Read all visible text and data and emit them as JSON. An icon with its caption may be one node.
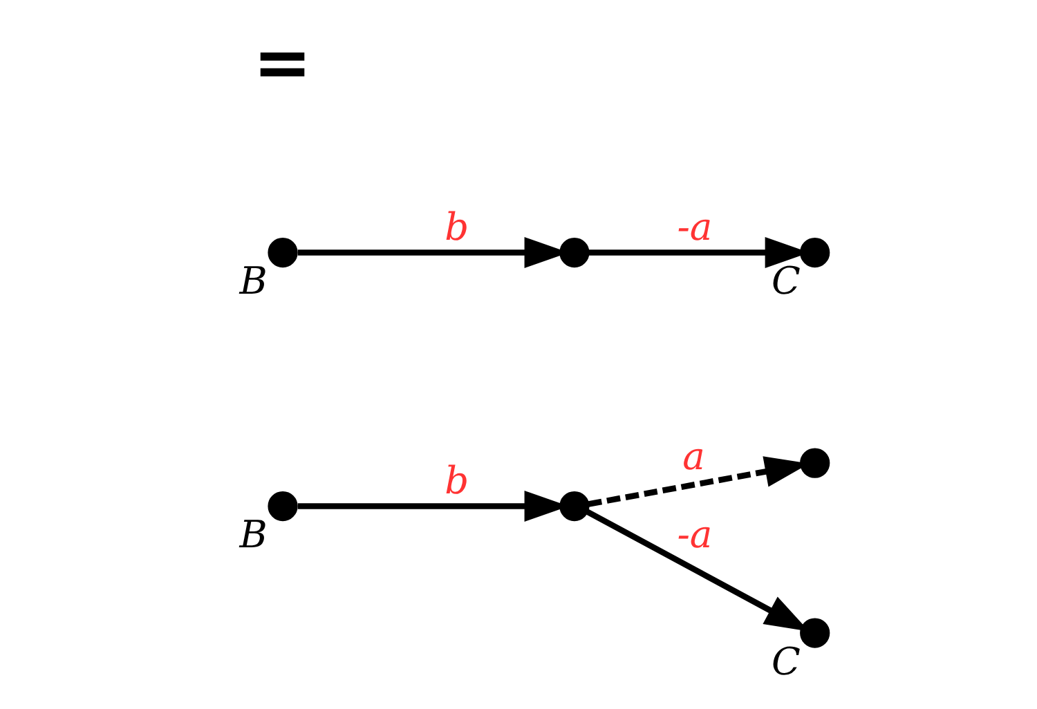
{
  "diagram": {
    "nodes": [
      {
        "text": [],
        "shape": "circle",
        "beside": [
          "B"
        ]
      },
      {
        "text": [],
        "shape": "circle"
      },
      {
        "text": [],
        "shape": "circle"
      },
      {
        "text": [],
        "shape": "circle",
        "beside": [
          "C"
        ]
      },
      {
        "text": [],
        "shape": "circle",
        "beside": [
          "B"
        ]
      },
      {
        "text": [],
        "shape": "circle"
      },
      {
        "text": [],
        "shape": "circle",
        "beside": [
          "C"
        ]
      }
    ],
    "edges": [
      {
        "from": 0,
        "to": 1,
        "arrow": "to",
        "label": "b"
      },
      {
        "from": 1,
        "to": 2,
        "arrow": "to",
        "label": "a",
        "style": "dashed"
      },
      {
        "from": 1,
        "to": 3,
        "arrow": "to",
        "label": "-a"
      },
      {
        "from": 4,
        "to": 5,
        "arrow": "to",
        "label": "b"
      },
      {
        "from": 5,
        "to": 6,
        "arrow": "to",
        "label": "-a"
      }
    ],
    "labels": [
      "="
    ]
  }
}
